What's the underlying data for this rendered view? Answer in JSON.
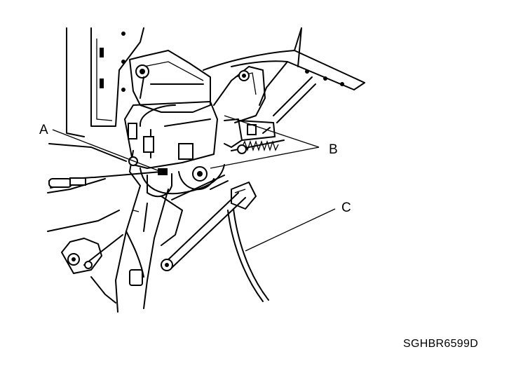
{
  "labels": {
    "a": "A",
    "b": "B",
    "c": "C"
  },
  "figure_code": "SGHBR6599D",
  "colors": {
    "ink": "#000000",
    "paper": "#ffffff"
  }
}
